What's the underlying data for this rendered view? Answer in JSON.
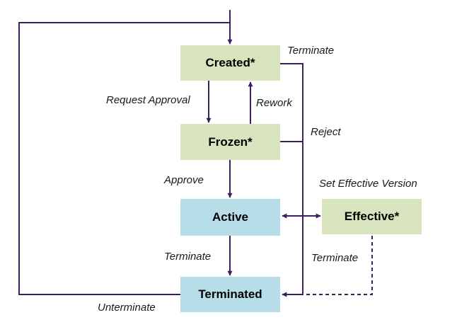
{
  "diagram": {
    "states": {
      "created": "Created*",
      "frozen": "Frozen*",
      "active": "Active",
      "effective": "Effective*",
      "terminated": "Terminated"
    },
    "transitions": {
      "request_approval": "Request Approval",
      "rework": "Rework",
      "approve": "Approve",
      "reject": "Reject",
      "terminate_created": "Terminate",
      "terminate_active": "Terminate",
      "terminate_effective": "Terminate",
      "set_effective_version": "Set Effective Version",
      "unterminate": "Unterminate"
    },
    "colors": {
      "line": "#3b1f5f",
      "state_green": "#d7e4bd",
      "state_blue": "#b7dde8"
    }
  }
}
